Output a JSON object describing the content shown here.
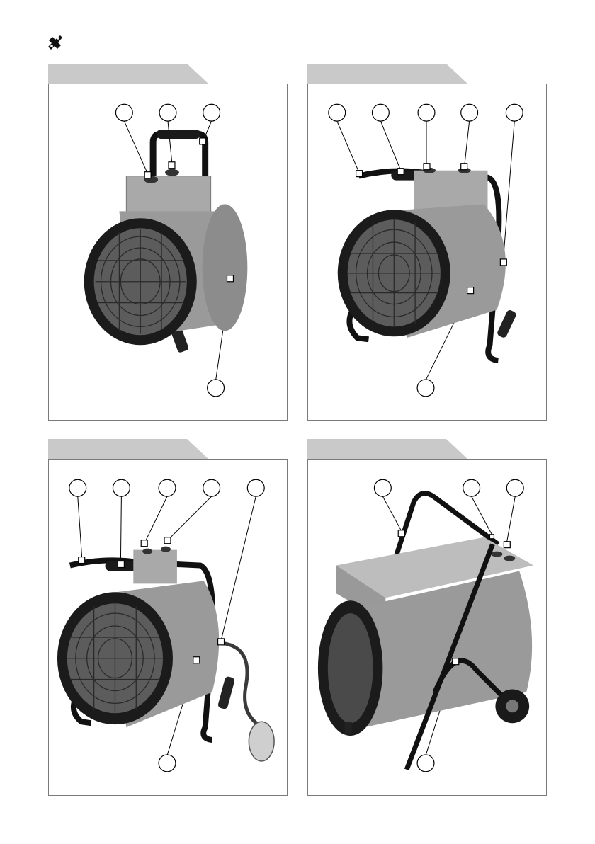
{
  "header": {
    "icon": "wrench-icon"
  },
  "panels": [
    {
      "name": "heater-small-handle",
      "callouts": [
        "",
        "",
        "",
        ""
      ]
    },
    {
      "name": "heater-frame-front",
      "callouts": [
        "",
        "",
        "",
        "",
        "",
        ""
      ]
    },
    {
      "name": "heater-frame-plug",
      "callouts": [
        "",
        "",
        "",
        "",
        "",
        ""
      ]
    },
    {
      "name": "heater-trolley",
      "callouts": [
        "",
        "",
        "",
        ""
      ]
    }
  ],
  "colors": {
    "tab": "#c9c9c9",
    "frame": "#7a7a7a",
    "line": "#000000"
  }
}
